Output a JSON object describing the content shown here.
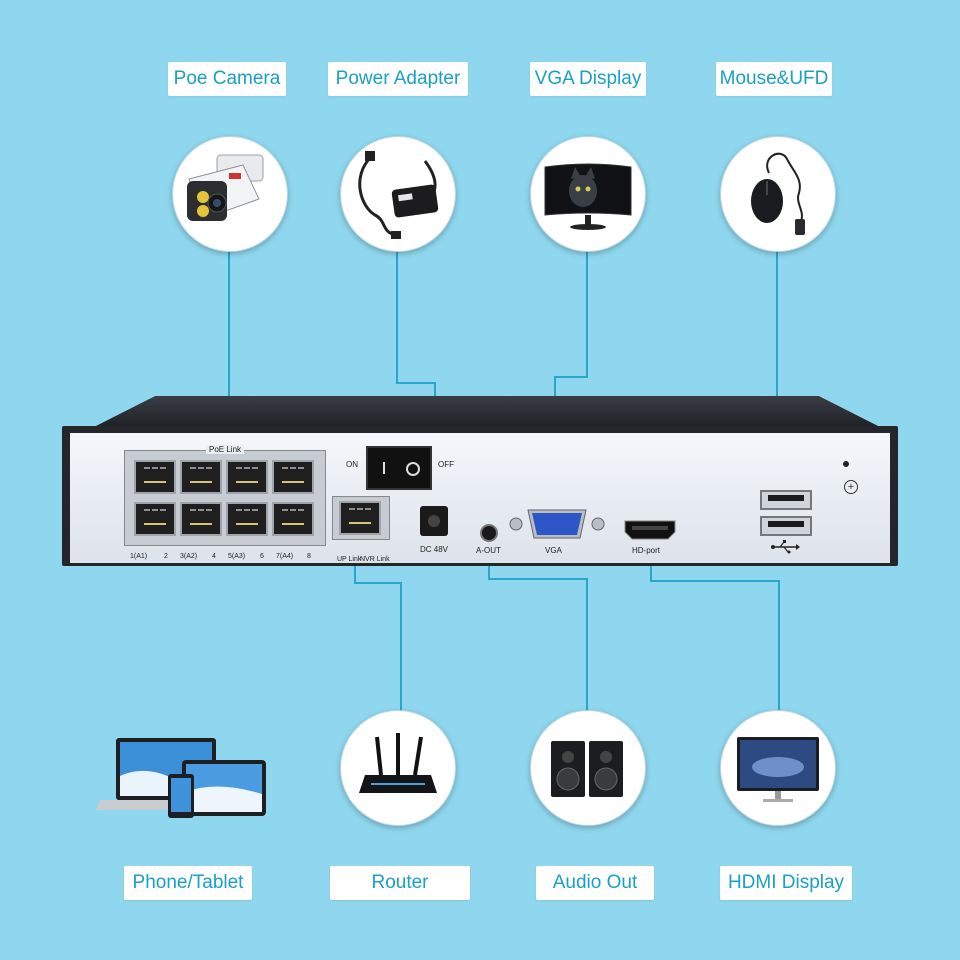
{
  "top_devices": [
    {
      "label": "Poe Camera",
      "icon": "poe-camera-icon"
    },
    {
      "label": "Power Adapter",
      "icon": "power-adapter-icon"
    },
    {
      "label": "VGA Display",
      "icon": "vga-display-icon"
    },
    {
      "label": "Mouse&UFD",
      "icon": "mouse-icon"
    }
  ],
  "bottom_devices": [
    {
      "label": "Phone/Tablet",
      "icon": "laptop-phone-tablet-icon"
    },
    {
      "label": "Router",
      "icon": "router-icon"
    },
    {
      "label": "Audio Out",
      "icon": "speakers-icon"
    },
    {
      "label": "HDMI Display",
      "icon": "hdmi-monitor-icon"
    }
  ],
  "nvr_panel": {
    "poe_link_label": "PoE Link",
    "port_numbers": [
      "1(A1)",
      "2",
      "3(A2)",
      "4",
      "5(A3)",
      "6",
      "7(A4)",
      "8"
    ],
    "uplink_label": "UP Link",
    "nvr_link_label": "NVR Link",
    "switch_on": "ON",
    "switch_off": "OFF",
    "dc_label": "DC 48V",
    "aout_label": "A-OUT",
    "vga_label": "VGA",
    "hdmi_label": "HD-port"
  },
  "colors": {
    "background": "#8fd7ee",
    "label_text": "#1aa0c8",
    "wire": "#2aa6cc"
  }
}
